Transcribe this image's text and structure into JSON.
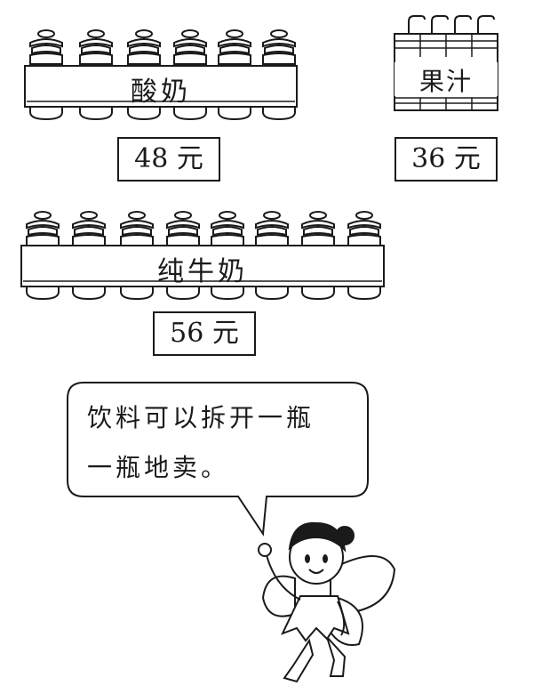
{
  "products": {
    "yogurt": {
      "label": "酸奶",
      "price": "48 元"
    },
    "juice": {
      "label": "果汁",
      "price": "36 元"
    },
    "milk": {
      "label": "纯牛奶",
      "price": "56 元"
    }
  },
  "speech": {
    "line1": "饮料可以拆开一瓶",
    "line2": "一瓶地卖。"
  },
  "colors": {
    "ink": "#1a1a1a",
    "paper": "#ffffff"
  }
}
